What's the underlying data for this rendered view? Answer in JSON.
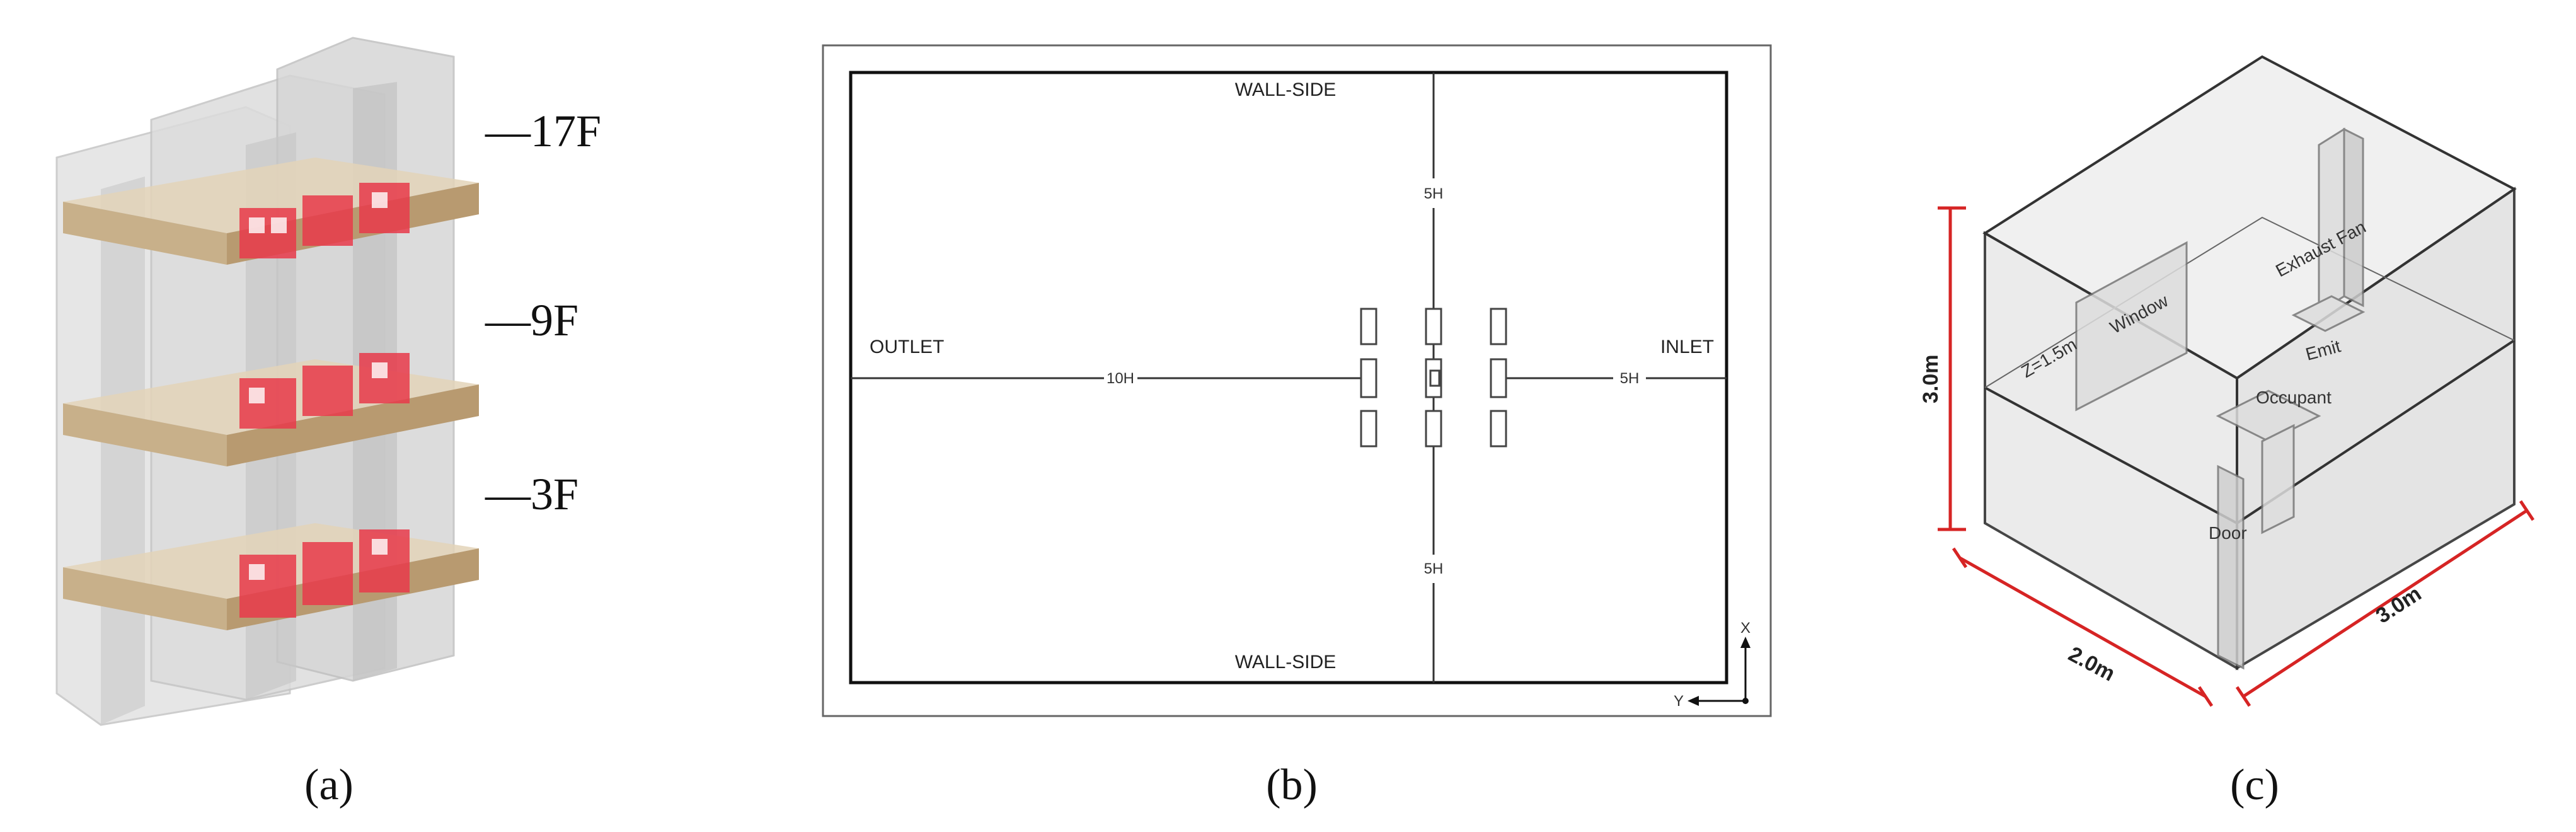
{
  "panel_a": {
    "label_a": "(a)",
    "floors": [
      "—17F",
      "—9F",
      "—3F"
    ]
  },
  "panel_b": {
    "label_b": "(b)",
    "wall_top": "WALL-SIDE",
    "wall_bottom": "WALL-SIDE",
    "outlet": "OUTLET",
    "inlet": "INLET",
    "dist_top": "5H",
    "dist_bottom": "5H",
    "dist_left": "10H",
    "dist_right": "5H",
    "axis_x": "X",
    "axis_y": "Y"
  },
  "panel_c": {
    "label_c": "(c)",
    "window": "Window",
    "exhaust": "Exhaust Fan",
    "emit": "Emit",
    "occupant": "Occupant",
    "door": "Door",
    "z_height": "Z=1.5m",
    "height": "3.0m",
    "width": "2.0m",
    "depth": "3.0m"
  },
  "colors": {
    "slab_tan": "#c8b08a",
    "room_red": "#e8394a",
    "glass_grey": "#d9d9d9",
    "dim_red": "#d62424"
  }
}
